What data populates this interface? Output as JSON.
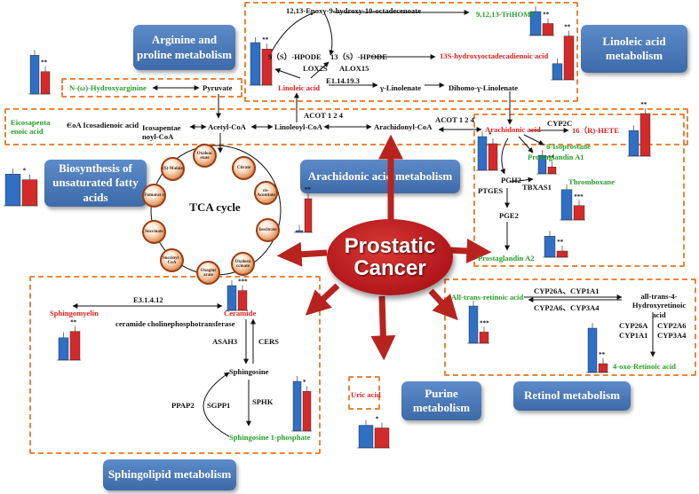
{
  "center": {
    "line1": "Prostatic",
    "line2": "Cancer"
  },
  "pathways": {
    "arginine": "Arginine and proline metabolism",
    "linoleic": "Linoleic acid metabolism",
    "biosynthesis": "Biosynthesis of unsaturated fatty acids",
    "tca": "TCA cycle",
    "arachidonic": "Arachidonic acid metabolism",
    "sphingolipid": "Sphingolipid metabolism",
    "purine": "Purine metabolism",
    "retinol": "Retinol metabolism"
  },
  "linoleic_region": {
    "epoxy": "12,13-Epoxy-9-hydroxy-10-octadecenoate",
    "tri_home": "9,12,13-TriHOME",
    "hpode9": "9（S）-HPODE",
    "hpode13": "13（S）-HPODE",
    "hydroxyoct": "13S-hydroxyoctadecadienoic acid",
    "lox2s": "LOX2S",
    "alox15": "ALOX15",
    "e1": "E1.14.19.3",
    "linoleic_acid": "Linoleic acid",
    "gamma": "γ-Linolenate",
    "dihomo": "Dihomo-γ-Linolenate"
  },
  "fatty_region": {
    "n_hydroxyarginine": "N-(ω)-Hydroxyarginine",
    "pyruvate": "Pyruvate",
    "eicosapentaenoic": "Eicosapenta enoic acid",
    "coa_icosadienoic": "CoA Icosadienoic acid",
    "icosapentaenoyl": "Icosapentae noyl-CoA",
    "acetyl_coa": "Acetyl-CoA",
    "linoleoyl_coa": "Linoleoyl-CoA",
    "arachidonyl_coa": "Arachidonyl-CoA",
    "acot1": "ACOT 1 2 4",
    "acot2": "ACOT 1 2 4"
  },
  "arachidonic_region": {
    "arachidonic_acid": "Arachidonic acid",
    "cyp2c": "CYP2C",
    "hete": "16（R)-HETE",
    "isoprostane": "8-Isoprostane",
    "pga1": "Prostaglandin A1",
    "pgh2": "PGH2",
    "ptges": "PTGES",
    "tbxas1": "TBXAS1",
    "thromboxane": "Thromboxane",
    "pge2": "PGE2",
    "pga2": "Prostaglandin A2"
  },
  "tca_nodes": [
    "Oxaloac etate",
    "Citrate",
    "cis-Aconitate",
    "Isocitrate",
    "Oxalosu ccinate",
    "Oxoglut arate",
    "Succinyl -CoA",
    "Succinate",
    "Fumarat e",
    "(S)-Malate"
  ],
  "sphingo_region": {
    "sphingomyelin": "Sphingomyelin",
    "e3": "E3.1.4.12",
    "ceramide": "Ceramide",
    "transferase": "ceramide cholinephosphotransferase",
    "asah3": "ASAH3",
    "cers": "CERS",
    "sphingosine": "Sphingosine",
    "ppap2": "PPAP2",
    "sgpp1": "SGPP1",
    "sphk": "SPHK",
    "s1p": "Sphingosine 1-phosphate"
  },
  "purine_region": {
    "uric_acid": "Uric acid"
  },
  "retinol_region": {
    "all_trans": "All-trans-retinoic acid",
    "cyp26a_1a1": "CYP26A、CYP1A1",
    "cyp2a6_3a4": "CYP2A6、CYP3A4",
    "hydroxy": "all-trans-4-Hydroxyretinoic acid",
    "cyp26a": "CYP26A",
    "cyp1a1": "CYP1A1",
    "cyp2a6": "CYP2A6",
    "cyp3a4": "CYP3A4",
    "oxo": "4-oxo-Retinoic acid"
  },
  "significance": {
    "double": "**",
    "triple": "***",
    "single": "*"
  },
  "colors": {
    "control_bar": "#2f6fc4",
    "cancer_bar": "#d42a2a",
    "box_border": "#e8853a",
    "arrow_red": "#b8231f",
    "panel_blue": "#4a78b8"
  },
  "bar_groups": [
    {
      "id": "arginine",
      "values": [
        0.95,
        0.55
      ],
      "sig": "**"
    },
    {
      "id": "trihome",
      "values": [
        0.9,
        0.45
      ],
      "sig": "**"
    },
    {
      "id": "hydroxyoct",
      "values": [
        0.35,
        0.95
      ],
      "sig": "**"
    },
    {
      "id": "linoleic",
      "values": [
        1.0,
        0.85
      ],
      "sig": "**"
    },
    {
      "id": "biosynthesis",
      "values": [
        0.85,
        0.7
      ],
      "sig": "*"
    },
    {
      "id": "tca_side",
      "values": [
        0.05,
        0.95
      ],
      "sig": "**"
    },
    {
      "id": "arachidonic",
      "values": [
        0.95,
        0.75
      ],
      "sig": "*"
    },
    {
      "id": "hete",
      "values": [
        0.6,
        1.0
      ],
      "sig": "**"
    },
    {
      "id": "pga1",
      "values": [
        0.8,
        0.3
      ],
      "sig": "**"
    },
    {
      "id": "thromboxane",
      "values": [
        0.95,
        0.45
      ],
      "sig": "***"
    },
    {
      "id": "pga2",
      "values": [
        0.85,
        0.25
      ],
      "sig": "**"
    },
    {
      "id": "ceramide",
      "values": [
        1.0,
        0.8
      ],
      "sig": "***"
    },
    {
      "id": "sphingomyelin",
      "values": [
        0.7,
        0.9
      ],
      "sig": "**"
    },
    {
      "id": "s1p",
      "values": [
        1.0,
        0.8
      ],
      "sig": "*"
    },
    {
      "id": "uric",
      "values": [
        0.85,
        0.75
      ],
      "sig": "*"
    },
    {
      "id": "all_trans",
      "values": [
        1.0,
        0.3
      ],
      "sig": "***"
    },
    {
      "id": "oxo",
      "values": [
        1.0,
        0.2
      ],
      "sig": "**"
    }
  ]
}
